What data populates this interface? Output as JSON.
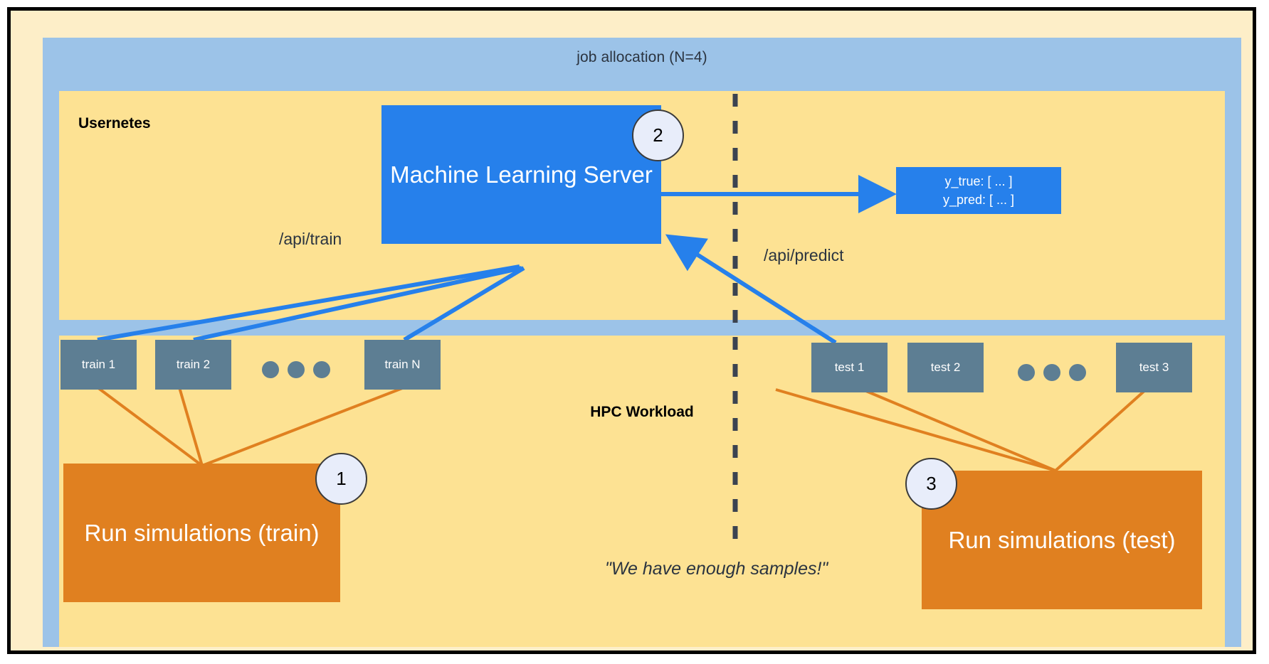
{
  "diagram": {
    "allocation_label": "job allocation (N=4)",
    "usernetes_label": "Usernetes",
    "hpc_label": "HPC Workload",
    "ml_server_label": "Machine Learning Server",
    "api_train_label": "/api/train",
    "api_predict_label": "/api/predict",
    "quote": "\"We have enough samples!\"",
    "yvals": {
      "line1": "y_true: [ ... ]",
      "line2": "y_pred: [ ... ]"
    },
    "sim_train_label": "Run simulations (train)",
    "sim_test_label": "Run simulations (test)",
    "train_nodes": [
      {
        "label": "train 1"
      },
      {
        "label": "train 2"
      },
      {
        "label": "train N"
      }
    ],
    "test_nodes": [
      {
        "label": "test 1"
      },
      {
        "label": "test 2"
      },
      {
        "label": "test 3"
      }
    ],
    "badges": [
      {
        "label": "1"
      },
      {
        "label": "2"
      },
      {
        "label": "3"
      }
    ],
    "colors": {
      "frame_outer_fill": "#fdeec8",
      "frame_outer_border": "#000000",
      "allocation_fill": "#9cc3e8",
      "zone_fill": "#fde293",
      "ml_blue": "#2680eb",
      "node_slate": "#5d7e93",
      "sim_orange": "#e08020",
      "badge_fill": "#e8edfa",
      "badge_stroke": "#3b3b3b",
      "divider": "#3b4350",
      "text_dark": "#2b3440"
    }
  }
}
